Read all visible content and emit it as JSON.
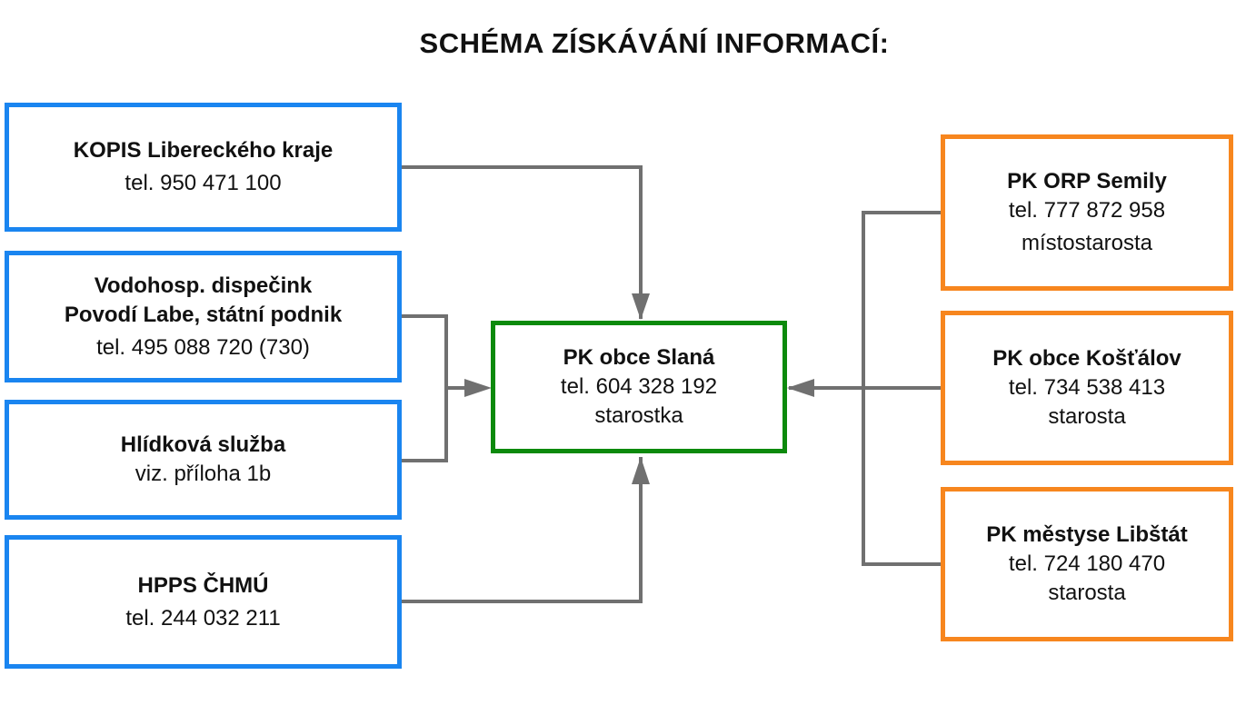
{
  "title": "SCHÉMA ZÍSKÁVÁNÍ INFORMACÍ:",
  "colors": {
    "source_border": "#1a85f0",
    "partner_border": "#f7861e",
    "center_border": "#0c8a0c",
    "connector": "#707070"
  },
  "sources": [
    {
      "name": "KOPIS Libereckého kraje",
      "details": [
        "tel. 950 471 100"
      ]
    },
    {
      "name": "Vodohosp. dispečink",
      "name2": "Povodí Labe, státní podnik",
      "details": [
        "tel. 495 088 720 (730)"
      ]
    },
    {
      "name": "Hlídková služba",
      "details": [
        "viz. příloha 1b"
      ]
    },
    {
      "name": "HPPS ČHMÚ",
      "details": [
        "tel. 244 032 211"
      ]
    }
  ],
  "center": {
    "name": "PK obce Slaná",
    "details": [
      "tel. 604 328 192",
      "starostka"
    ]
  },
  "partners": [
    {
      "name": "PK ORP Semily",
      "details": [
        "tel. 777 872 958",
        "místostarosta"
      ]
    },
    {
      "name": "PK obce Košťálov",
      "details": [
        "tel. 734 538 413",
        "starosta"
      ]
    },
    {
      "name": "PK městyse Libštát",
      "details": [
        "tel. 724 180 470",
        "starosta"
      ]
    }
  ]
}
